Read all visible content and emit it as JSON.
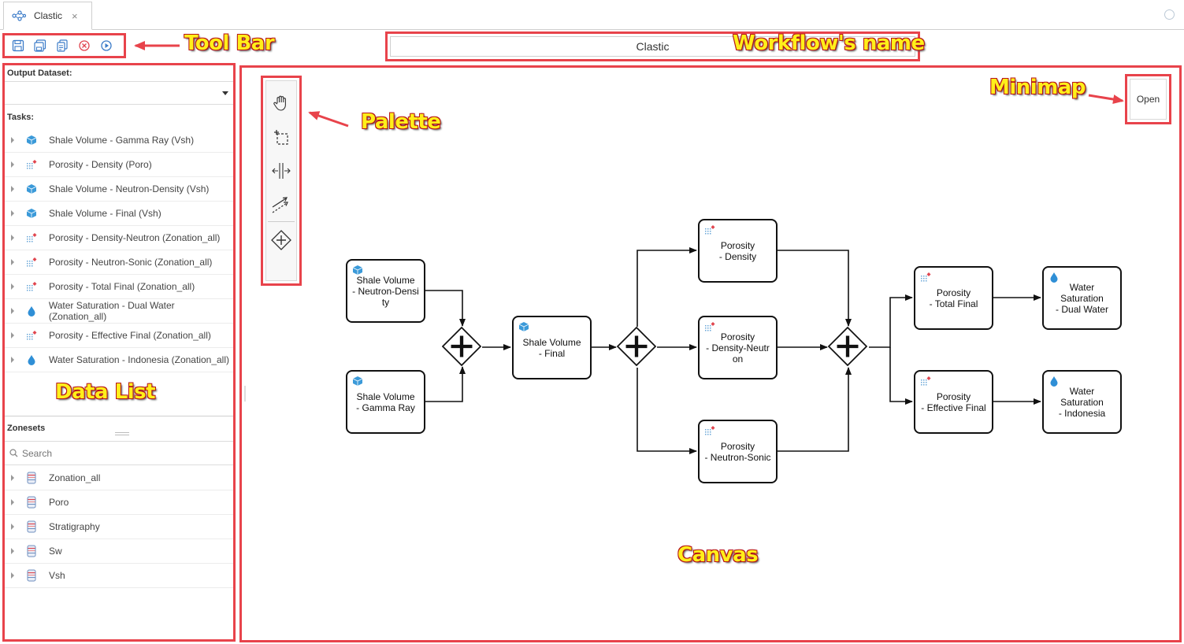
{
  "tab": {
    "title": "Clastic",
    "close": "×"
  },
  "toolbar": {
    "buttons": [
      "save-icon",
      "save-as-icon",
      "copy-icon",
      "cancel-icon",
      "run-icon"
    ]
  },
  "workflow": {
    "name": "Clastic"
  },
  "left_panel": {
    "output_dataset_label": "Output Dataset:",
    "output_dataset_value": "",
    "tasks_label": "Tasks:",
    "tasks": [
      {
        "label": "Shale Volume - Gamma Ray (Vsh)",
        "icon": "cube-icon"
      },
      {
        "label": "Porosity - Density (Poro)",
        "icon": "porosity-icon"
      },
      {
        "label": "Shale Volume - Neutron-Density (Vsh)",
        "icon": "cube-icon"
      },
      {
        "label": "Shale Volume - Final (Vsh)",
        "icon": "cube-icon"
      },
      {
        "label": "Porosity - Density-Neutron (Zonation_all)",
        "icon": "porosity-icon"
      },
      {
        "label": "Porosity - Neutron-Sonic (Zonation_all)",
        "icon": "porosity-icon"
      },
      {
        "label": "Porosity - Total Final (Zonation_all)",
        "icon": "porosity-icon"
      },
      {
        "label": "Water Saturation - Dual Water (Zonation_all)",
        "icon": "water-drop-icon"
      },
      {
        "label": "Porosity - Effective Final (Zonation_all)",
        "icon": "porosity-icon"
      },
      {
        "label": "Water Saturation - Indonesia (Zonation_all)",
        "icon": "water-drop-icon"
      }
    ],
    "zonesets_label": "Zonesets",
    "search_placeholder": "Search",
    "zonesets": [
      "Zonation_all",
      "Poro",
      "Stratigraphy",
      "Sw",
      "Vsh"
    ]
  },
  "minimap": {
    "button_label": "Open"
  },
  "diagram": {
    "nodes": {
      "sv_nd": "Shale Volume\n- Neutron-Densi\nty",
      "sv_gr": "Shale Volume\n- Gamma Ray",
      "sv_final": "Shale Volume\n- Final",
      "p_density": "Porosity\n- Density",
      "p_dn": "Porosity\n- Density-Neutr\non",
      "p_ns": "Porosity\n- Neutron-Sonic",
      "p_total": "Porosity\n- Total Final",
      "p_eff": "Porosity\n- Effective Final",
      "ws_dual": "Water\nSaturation\n- Dual Water",
      "ws_indo": "Water\nSaturation\n- Indonesia"
    }
  },
  "annotations": {
    "toolbar": "Tool Bar",
    "workflow_name": "Workflow's name",
    "palette": "Palette",
    "minimap": "Minimap",
    "data_list": "Data List",
    "canvas": "Canvas"
  },
  "colors": {
    "annotation_border": "#e8434b",
    "annotation_text": "#ffef1a",
    "cube": "#3b9ad9",
    "drop": "#2f8fd6",
    "porosity_dot": "#e0454f"
  }
}
